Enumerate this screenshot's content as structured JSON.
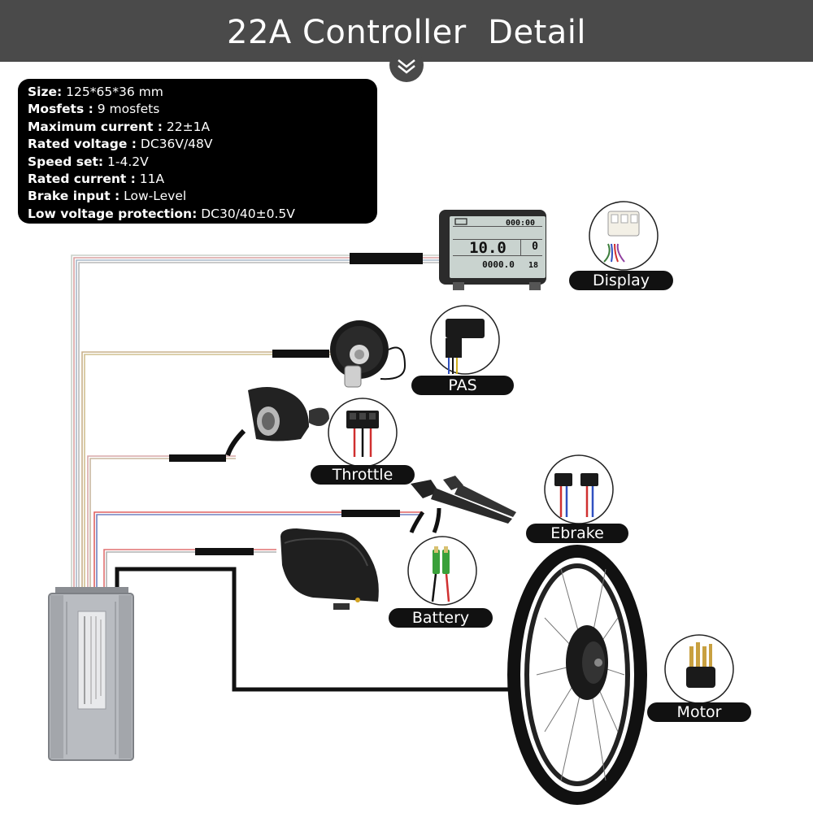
{
  "header": {
    "title": "22A Controller  Detail"
  },
  "specs": [
    {
      "key": "Size:",
      "value": " 125*65*36 mm"
    },
    {
      "key": "Mosfets :",
      "value": " 9 mosfets"
    },
    {
      "key": "Maximum current :",
      "value": " 22±1A"
    },
    {
      "key": "Rated voltage :",
      "value": " DC36V/48V"
    },
    {
      "key": "Speed set:",
      "value": " 1-4.2V"
    },
    {
      "key": "Rated current :",
      "value": " 11A"
    },
    {
      "key": "Brake input :",
      "value": " Low-Level"
    },
    {
      "key": "Low voltage protection:",
      "value": " DC30/40±0.5V"
    }
  ],
  "components": {
    "display": "Display",
    "pas": "PAS",
    "throttle": "Throttle",
    "ebrake": "Ebrake",
    "battery": "Battery",
    "motor": "Motor"
  },
  "display_screen": {
    "time": "000:00",
    "speed": "10.0",
    "trip": "0000.0",
    "temp": "18",
    "level": "0"
  },
  "colors": {
    "header_bg": "#4a4a4a",
    "label_bg": "#111111",
    "lcd": "#c9d3cf"
  }
}
